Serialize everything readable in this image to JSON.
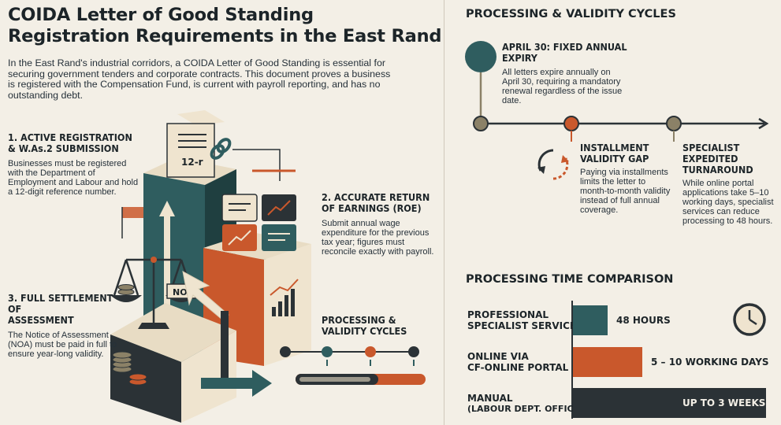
{
  "title_line1": "COIDA Letter of Good Standing",
  "title_line2": "Registration Requirements in the East Rand",
  "intro": "In the East Rand's industrial corridors, a COIDA Letter of Good Standing is essential for securing government tenders and corporate contracts. This document proves a business is registered with the Compensation Fund, is current with payroll reporting, and has no outstanding debt.",
  "sections": [
    {
      "heading_line1": "1. ACTIVE REGISTRATION",
      "heading_line2": "& W.As.2 SUBMISSION",
      "text": "Businesses must be registered with the Department of Employment and Labour and hold a 12-digit reference number."
    },
    {
      "heading_line1": "2. ACCURATE RETURN",
      "heading_line2": "OF EARNINGS (ROE)",
      "text": "Submit annual wage expenditure for the previous tax year; figures must reconcile exactly with payroll."
    },
    {
      "heading_line1": "3. FULL SETTLEMENT OF",
      "heading_line2": "ASSESSMENT",
      "text": "The Notice of Assessment (NOA) must be paid in full to ensure year-long validity."
    }
  ],
  "illustration": {
    "doc_label": "12-r",
    "noa_label": "NOA",
    "mini_title_line1": "PROCESSING &",
    "mini_title_line2": "VALIDITY CYCLES"
  },
  "right": {
    "cycles_title": "PROCESSING & VALIDITY CYCLES",
    "expiry_heading": "APRIL 30: FIXED ANNUAL EXPIRY",
    "expiry_text": "All letters expire annually on April 30, requiring a mandatory renewal regardless of the issue date.",
    "installment_heading_line1": "INSTALLMENT",
    "installment_heading_line2": "VALIDITY GAP",
    "installment_text": "Paying via installments limits the letter to month-to-month validity instead of full annual coverage.",
    "specialist_heading_line1": "SPECIALIST",
    "specialist_heading_line2": "EXPEDITED",
    "specialist_heading_line3": "TURNAROUND",
    "specialist_text": "While online portal applications take 5–10 working days, specialist services can reduce processing to 48 hours.",
    "comparison_title": "PROCESSING TIME COMPARISON",
    "bars": [
      {
        "label_line1": "PROFESSIONAL",
        "label_line2": "SPECIALIST SERVICE",
        "value": "48 HOURS",
        "color": "#2f5d5f"
      },
      {
        "label_line1": "ONLINE VIA",
        "label_line2": "CF-ONLINE PORTAL",
        "value": "5 – 10 WORKING DAYS",
        "color": "#c9582c"
      },
      {
        "label_line1": "MANUAL",
        "label_line2": "(LABOUR DEPT. OFFICE)",
        "value": "UP TO 3 WEEKS",
        "color": "#2b3236"
      }
    ]
  },
  "colors": {
    "teal": "#2f5d5f",
    "orange": "#c9582c",
    "dark": "#2b3236",
    "cream": "#efe4cf",
    "tan": "#8b8167"
  }
}
